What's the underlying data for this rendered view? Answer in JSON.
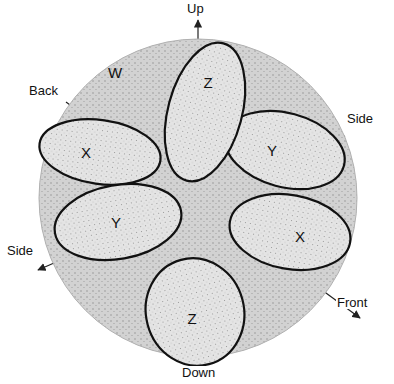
{
  "diagram": {
    "nodes": [
      {
        "text": [
          "W"
        ]
      },
      {
        "text": [
          "Z"
        ],
        "in": 0
      },
      {
        "text": [
          "X"
        ],
        "in": 0
      },
      {
        "text": [
          "Y"
        ],
        "in": 0
      },
      {
        "text": [
          "Y"
        ],
        "in": 0
      },
      {
        "text": [
          "X"
        ],
        "in": 0
      },
      {
        "text": [
          "Z"
        ],
        "in": 0
      }
    ],
    "labels": [
      "Up",
      "Back",
      "Side",
      "Side",
      "Front",
      "Down"
    ]
  }
}
